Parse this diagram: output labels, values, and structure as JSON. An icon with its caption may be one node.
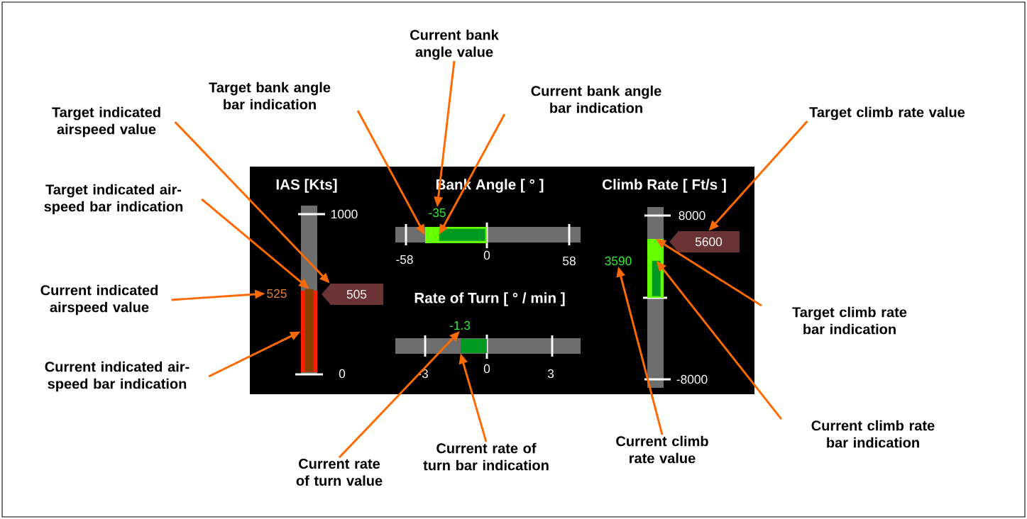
{
  "diagram": {
    "nodes": [
      {
        "text": [
          "Target indicated airspeed value"
        ]
      },
      {
        "text": [
          "Target indicated air-speed bar indication"
        ]
      },
      {
        "text": [
          "Current indicated airspeed value"
        ]
      },
      {
        "text": [
          "Current indicated air-speed bar indication"
        ]
      },
      {
        "text": [
          "Target bank angle bar indication"
        ]
      },
      {
        "text": [
          "Current bank angle value"
        ]
      },
      {
        "text": [
          "Current bank angle bar indication"
        ]
      },
      {
        "text": [
          "Target climb rate value"
        ]
      },
      {
        "text": [
          "Target climb rate bar indication"
        ]
      },
      {
        "text": [
          "Current climb rate bar indication"
        ]
      },
      {
        "text": [
          "Current climb rate value"
        ]
      },
      {
        "text": [
          "Current rate of turn value"
        ]
      },
      {
        "text": [
          "Current rate of turn bar indication"
        ]
      },
      {
        "text": [
          "505"
        ]
      },
      {
        "text": [
          "525"
        ]
      },
      {
        "text": [],
        "shape": "bar",
        "in": 16
      },
      {
        "text": [],
        "shape": "bar"
      },
      {
        "text": [],
        "shape": "bar"
      },
      {
        "text": [
          "-35"
        ]
      },
      {
        "text": [],
        "shape": "bar",
        "in": 17
      },
      {
        "text": [
          "5600"
        ]
      },
      {
        "text": [],
        "shape": "bar"
      },
      {
        "text": [],
        "shape": "bar",
        "in": 21
      },
      {
        "text": [
          "3590"
        ]
      },
      {
        "text": [
          "-1.3"
        ]
      },
      {
        "text": [],
        "shape": "bar"
      }
    ],
    "edges": [
      {
        "from": 0,
        "to": 13,
        "arrow": "to"
      },
      {
        "from": 1,
        "to": 15,
        "arrow": "to"
      },
      {
        "from": 2,
        "to": 14,
        "arrow": "to"
      },
      {
        "from": 3,
        "to": 16,
        "arrow": "to"
      },
      {
        "from": 4,
        "to": 17,
        "arrow": "to"
      },
      {
        "from": 5,
        "to": 18,
        "arrow": "to"
      },
      {
        "from": 6,
        "to": 19,
        "arrow": "to"
      },
      {
        "from": 7,
        "to": 20,
        "arrow": "to"
      },
      {
        "from": 8,
        "to": 21,
        "arrow": "to"
      },
      {
        "from": 9,
        "to": 22,
        "arrow": "to"
      },
      {
        "from": 10,
        "to": 23,
        "arrow": "to"
      },
      {
        "from": 11,
        "to": 24,
        "arrow": "to"
      },
      {
        "from": 12,
        "to": 25,
        "arrow": "to"
      }
    ],
    "labels": [
      "IAS [Kts]",
      "Bank Angle [ ° ]",
      "Climb Rate [ Ft/s ]",
      "1000",
      "8000",
      "-58",
      "0",
      "58",
      "Rate of Turn [ ° / min ]",
      "0",
      "-3",
      "0",
      "3",
      "-8000"
    ]
  }
}
